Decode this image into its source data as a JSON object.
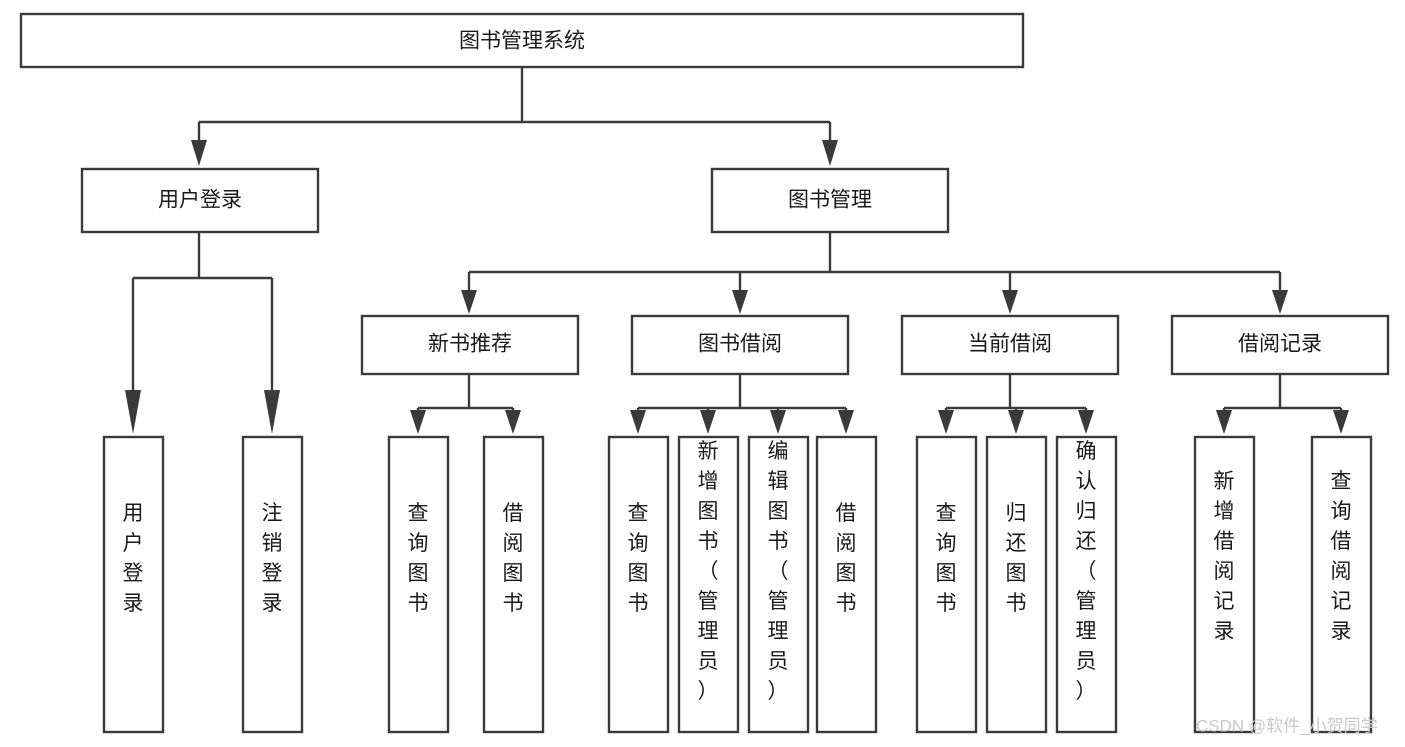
{
  "diagram": {
    "title": "图书管理系统",
    "type": "tree-hierarchy",
    "root": {
      "label": "图书管理系统"
    },
    "level2": [
      {
        "id": "user-login",
        "label": "用户登录"
      },
      {
        "id": "book-management",
        "label": "图书管理"
      }
    ],
    "level3": [
      {
        "id": "new-book-recommend",
        "label": "新书推荐",
        "parent": "book-management"
      },
      {
        "id": "book-borrow",
        "label": "图书借阅",
        "parent": "book-management"
      },
      {
        "id": "current-borrow",
        "label": "当前借阅",
        "parent": "book-management"
      },
      {
        "id": "borrow-record",
        "label": "借阅记录",
        "parent": "book-management"
      }
    ],
    "leaves": [
      {
        "id": "leaf-user-login",
        "label": "用户登录",
        "parent": "user-login"
      },
      {
        "id": "leaf-user-logout",
        "label": "注销登录",
        "parent": "user-login"
      },
      {
        "id": "leaf-query-book-1",
        "label": "查询图书",
        "parent": "new-book-recommend"
      },
      {
        "id": "leaf-borrow-book-1",
        "label": "借阅图书",
        "parent": "new-book-recommend"
      },
      {
        "id": "leaf-query-book-2",
        "label": "查询图书",
        "parent": "book-borrow"
      },
      {
        "id": "leaf-add-book",
        "label": "新增图书（管理员）",
        "parent": "book-borrow"
      },
      {
        "id": "leaf-edit-book",
        "label": "编辑图书（管理员）",
        "parent": "book-borrow"
      },
      {
        "id": "leaf-borrow-book-2",
        "label": "借阅图书",
        "parent": "book-borrow"
      },
      {
        "id": "leaf-query-book-3",
        "label": "查询图书",
        "parent": "current-borrow"
      },
      {
        "id": "leaf-return-book",
        "label": "归还图书",
        "parent": "current-borrow"
      },
      {
        "id": "leaf-confirm-return",
        "label": "确认归还（管理员）",
        "parent": "current-borrow"
      },
      {
        "id": "leaf-add-record",
        "label": "新增借阅记录",
        "parent": "borrow-record"
      },
      {
        "id": "leaf-query-record",
        "label": "查询借阅记录",
        "parent": "borrow-record"
      }
    ],
    "colors": {
      "stroke": "#3a3a3a",
      "fill": "#ffffff",
      "text": "#1a1a1a",
      "watermark": "#c8c8c8"
    }
  },
  "watermark": {
    "text": "CSDN @软件_小贺同学"
  }
}
